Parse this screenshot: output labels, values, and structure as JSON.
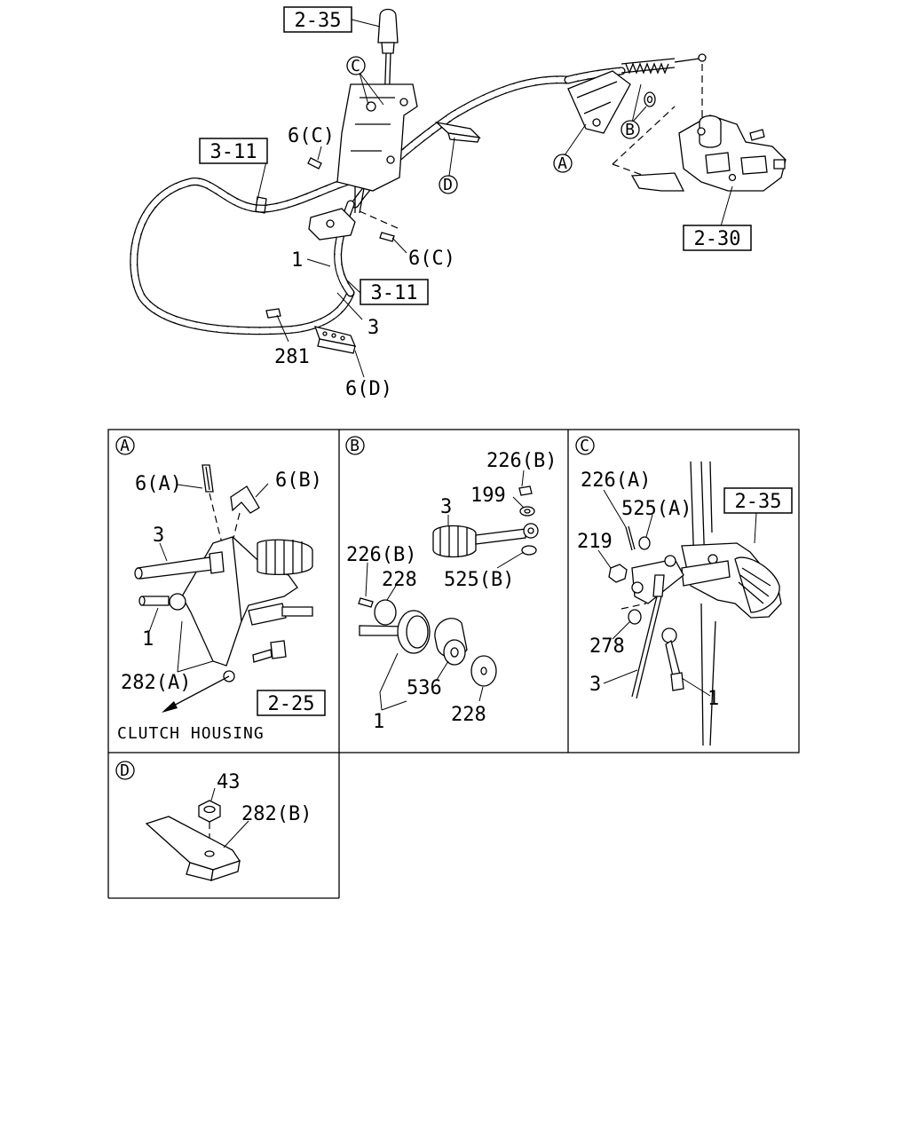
{
  "main_diagram": {
    "ref_boxes": [
      "2-35",
      "3-11",
      "3-11",
      "2-30"
    ],
    "callout_letters": [
      "C",
      "A",
      "B",
      "D"
    ],
    "part_labels": [
      "6(C)",
      "6(C)",
      "1",
      "3",
      "281",
      "6(D)"
    ]
  },
  "panel_a": {
    "letter": "A",
    "labels": [
      "6(A)",
      "6(B)",
      "3",
      "1",
      "282(A)"
    ],
    "ref_box": "2-25",
    "note": "CLUTCH HOUSING"
  },
  "panel_b": {
    "letter": "B",
    "labels": [
      "226(B)",
      "199",
      "3",
      "226(B)",
      "228",
      "525(B)",
      "536",
      "228",
      "1"
    ]
  },
  "panel_c": {
    "letter": "C",
    "labels": [
      "226(A)",
      "525(A)",
      "219",
      "278",
      "3",
      "1"
    ],
    "ref_box": "2-35"
  },
  "panel_d": {
    "letter": "D",
    "labels": [
      "43",
      "282(B)"
    ]
  }
}
